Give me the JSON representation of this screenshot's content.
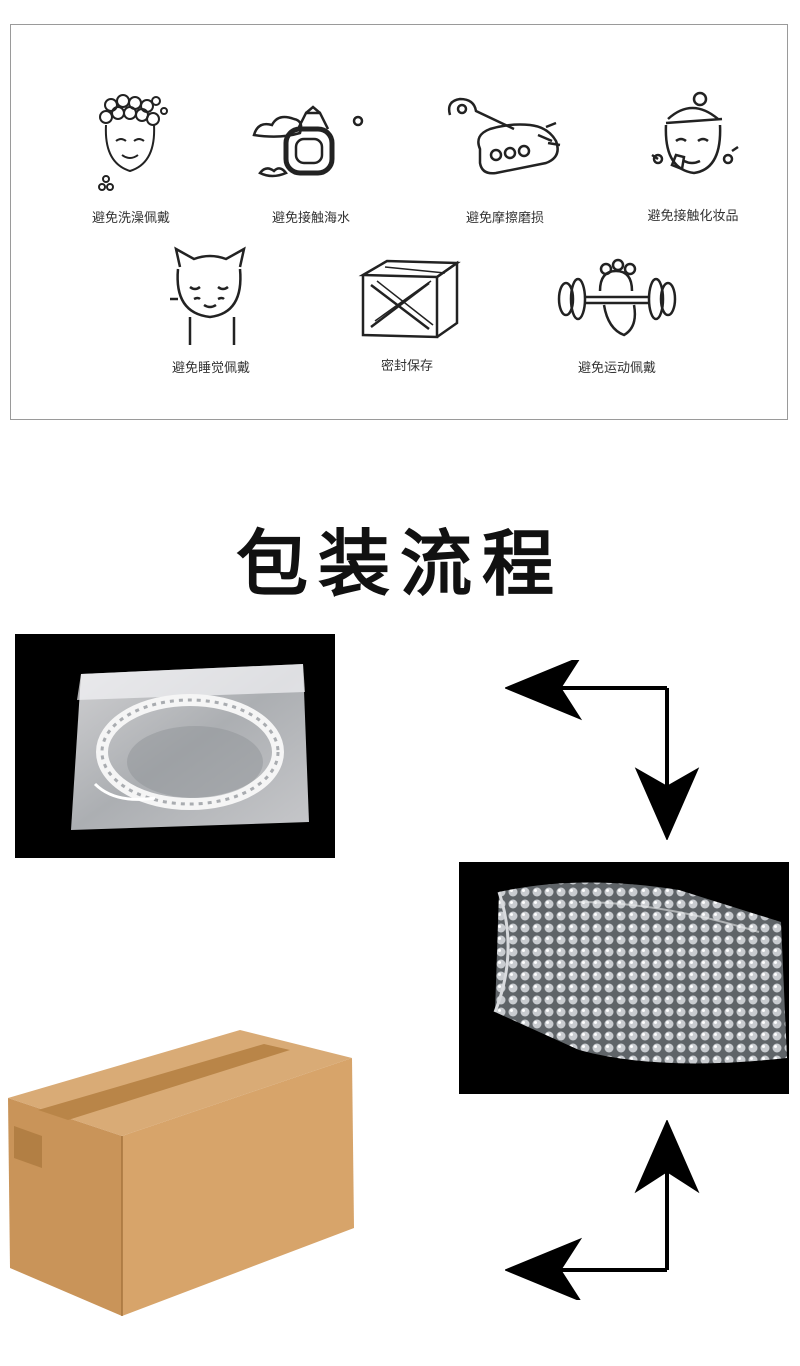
{
  "care_tips": [
    {
      "label": "避免洗澡佩戴",
      "icon": "shower-head-icon"
    },
    {
      "label": "避免接触海水",
      "icon": "ring-sea-icon"
    },
    {
      "label": "避免摩擦磨损",
      "icon": "hand-friction-icon"
    },
    {
      "label": "避免接触化妆品",
      "icon": "makeup-face-icon"
    },
    {
      "label": "避免睡觉佩戴",
      "icon": "sleeping-face-icon"
    },
    {
      "label": "密封保存",
      "icon": "sealed-box-icon"
    },
    {
      "label": "避免运动佩戴",
      "icon": "dumbbell-icon"
    }
  ],
  "packaging": {
    "title": "包装流程",
    "steps": [
      {
        "icon": "sealed-bag-bracelet-photo"
      },
      {
        "icon": "bubble-wrap-photo"
      },
      {
        "icon": "cardboard-box-photo"
      }
    ]
  }
}
